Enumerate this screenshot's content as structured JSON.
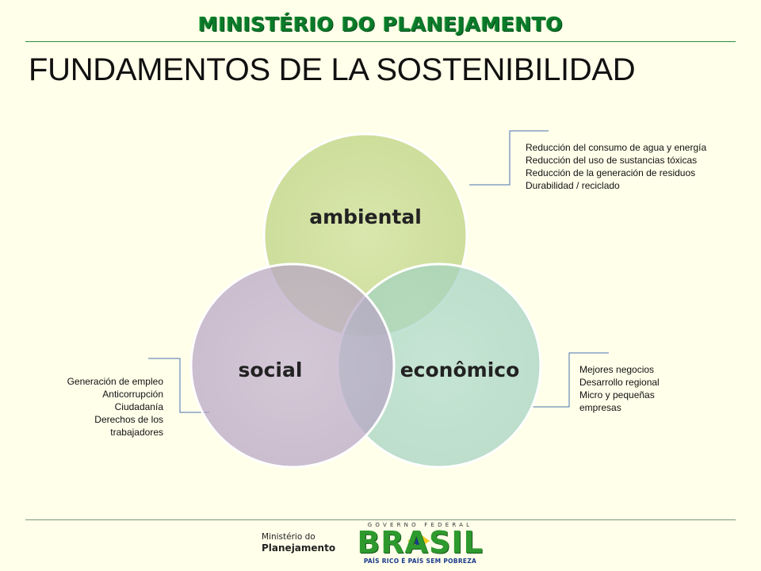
{
  "header": {
    "ministry": "MINISTÉRIO DO PLANEJAMENTO",
    "title": "FUNDAMENTOS DE LA SOSTENIBILIDAD"
  },
  "diagram": {
    "circles": [
      {
        "id": "ambiental",
        "label": "ambiental",
        "color": "#cfdf9e"
      },
      {
        "id": "social",
        "label": "social",
        "color": "#bba9c8"
      },
      {
        "id": "economico",
        "label": "econômico",
        "color": "#a7d5c5"
      }
    ],
    "ambiental_notes": [
      "Reducción del consumo de agua y energía",
      "Reducción del uso de sustancias tóxicas",
      "Reducción de la generación de residuos",
      "Durabilidad / reciclado"
    ],
    "social_notes": [
      "Generación  de empleo",
      "Anticorrupción",
      "Ciudadanía",
      "Derechos de los",
      "trabajadores"
    ],
    "economico_notes": [
      "Mejores negocios",
      "Desarrollo regional",
      "Micro y pequeñas",
      "empresas"
    ],
    "connector_color": "#4a72b0"
  },
  "footer": {
    "ministry_line1": "Ministério do",
    "ministry_line2": "Planejamento",
    "gov_label": "GOVERNO FEDERAL",
    "brasil": "BRASIL",
    "slogan": "PAÍS RICO É PAÍS SEM POBREZA",
    "brand_green": "#2e9a2e",
    "brand_yellow": "#f2c500",
    "brand_blue": "#1a3a8a"
  }
}
